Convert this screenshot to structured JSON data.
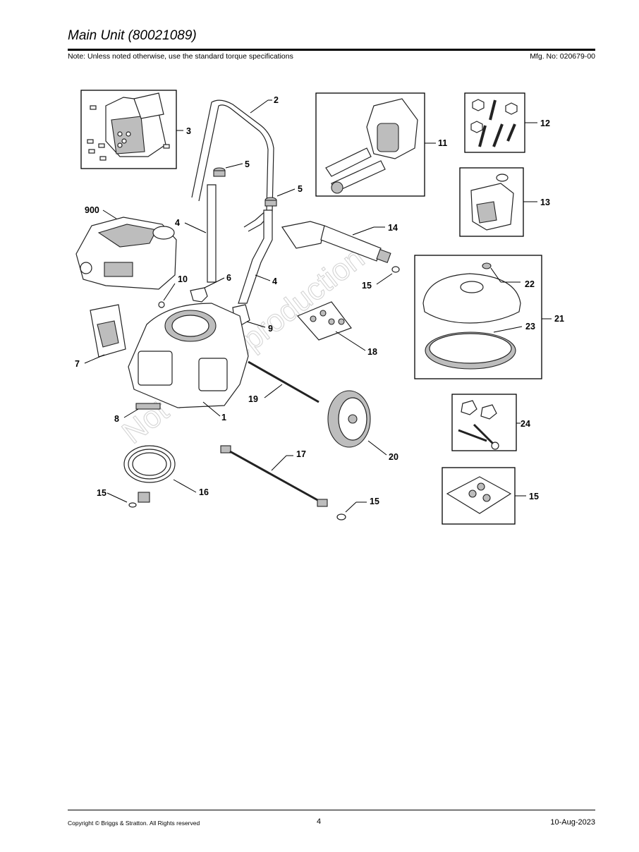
{
  "header": {
    "title": "Main Unit (80021089)",
    "note": "Note: Unless noted otherwise, use the standard torque specifications",
    "mfg_no": "Mfg. No: 020679-00"
  },
  "watermark": "Not For Reproduction",
  "callouts": {
    "c900": "900",
    "c1": "1",
    "c2": "2",
    "c3": "3",
    "c4a": "4",
    "c4b": "4",
    "c5a": "5",
    "c5b": "5",
    "c6": "6",
    "c7": "7",
    "c8": "8",
    "c9": "9",
    "c10": "10",
    "c11": "11",
    "c12": "12",
    "c13": "13",
    "c14": "14",
    "c15a": "15",
    "c15b": "15",
    "c15c": "15",
    "c15d": "15",
    "c16": "16",
    "c17": "17",
    "c18": "18",
    "c19": "19",
    "c20": "20",
    "c21": "21",
    "c22": "22",
    "c23": "23",
    "c24": "24"
  },
  "footer": {
    "copyright": "Copyright ©  Briggs & Stratton. All Rights reserved",
    "page": "4",
    "date": "10-Aug-2023"
  }
}
